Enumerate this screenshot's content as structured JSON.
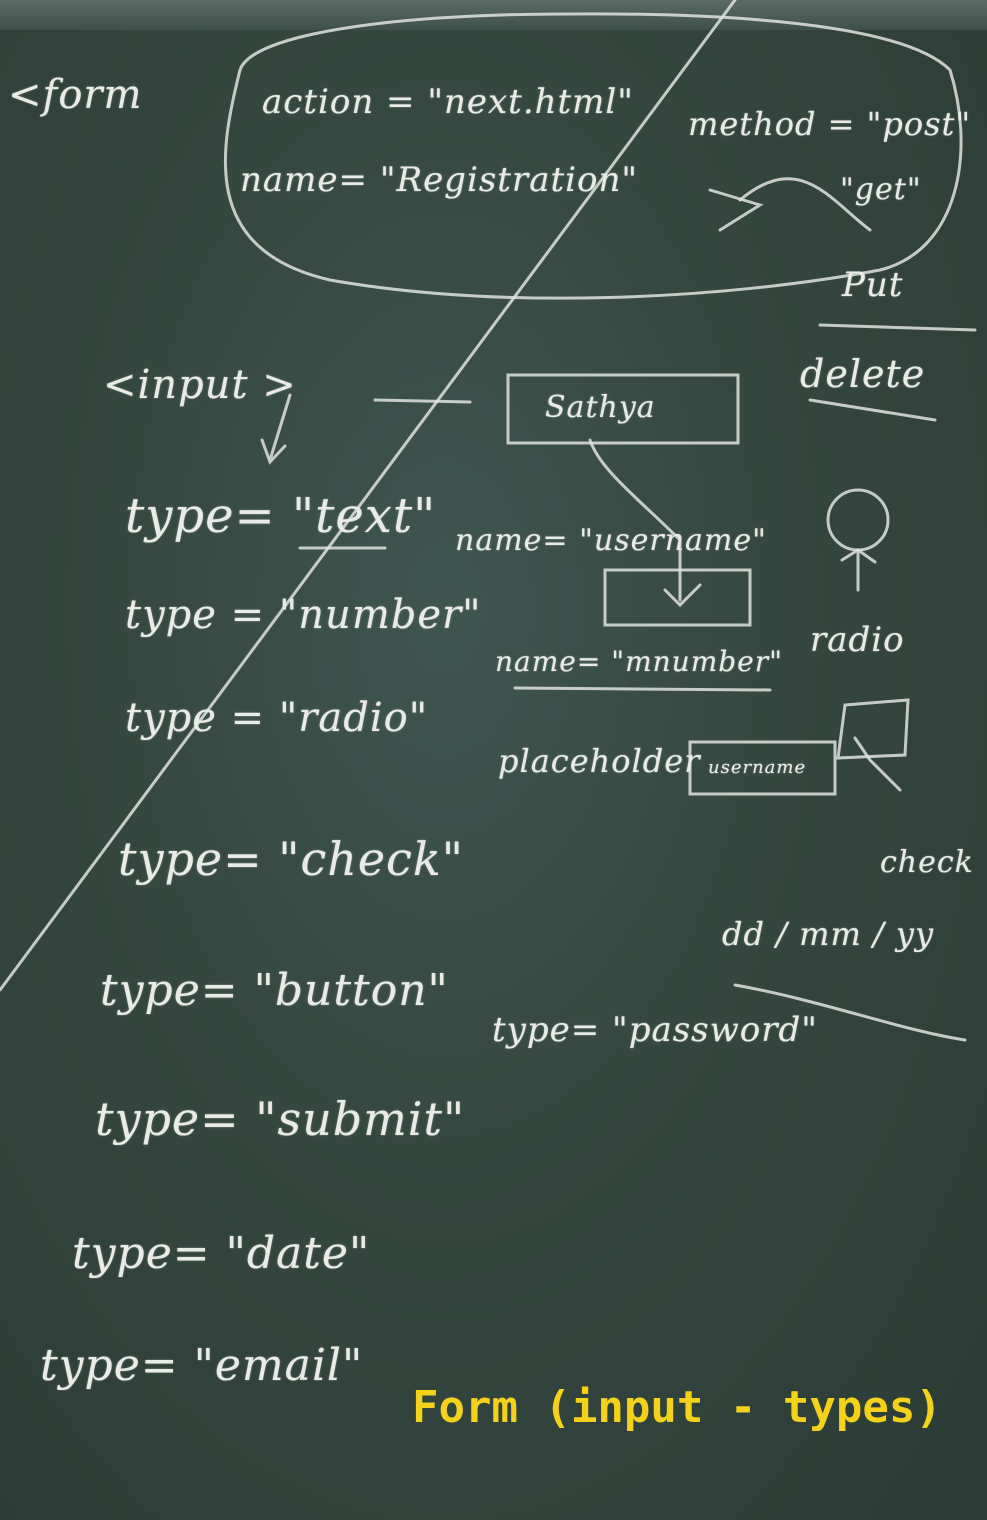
{
  "board": {
    "form_tag": "<form",
    "action": "action = \"next.html\"",
    "method": "method = \"post\"",
    "name_attr": "name= \"Registration\"",
    "get": "\"get\"",
    "put": "Put",
    "delete": "delete",
    "input_tag": "<input >",
    "sathya": "Sathya",
    "type_text": "type= \"text\"",
    "name_username": "name= \"username\"",
    "type_number": "type = \"number\"",
    "name_mnumber": "name= \"mnumber\"",
    "type_radio": "type = \"radio\"",
    "radio": "radio",
    "placeholder": "placeholder",
    "placeholder_value": "username",
    "type_check": "type= \"check\"",
    "check": "check",
    "date_format": "dd / mm / yy",
    "type_button": "type= \"button\"",
    "type_password": "type= \"password\"",
    "type_submit": "type= \"submit\"",
    "type_date": "type= \"date\"",
    "type_email": "type= \"email\""
  },
  "caption": "Form (input - types)",
  "colors": {
    "board": "#34473f",
    "chalk": "#e8ebe6",
    "caption": "#f5d21a"
  }
}
